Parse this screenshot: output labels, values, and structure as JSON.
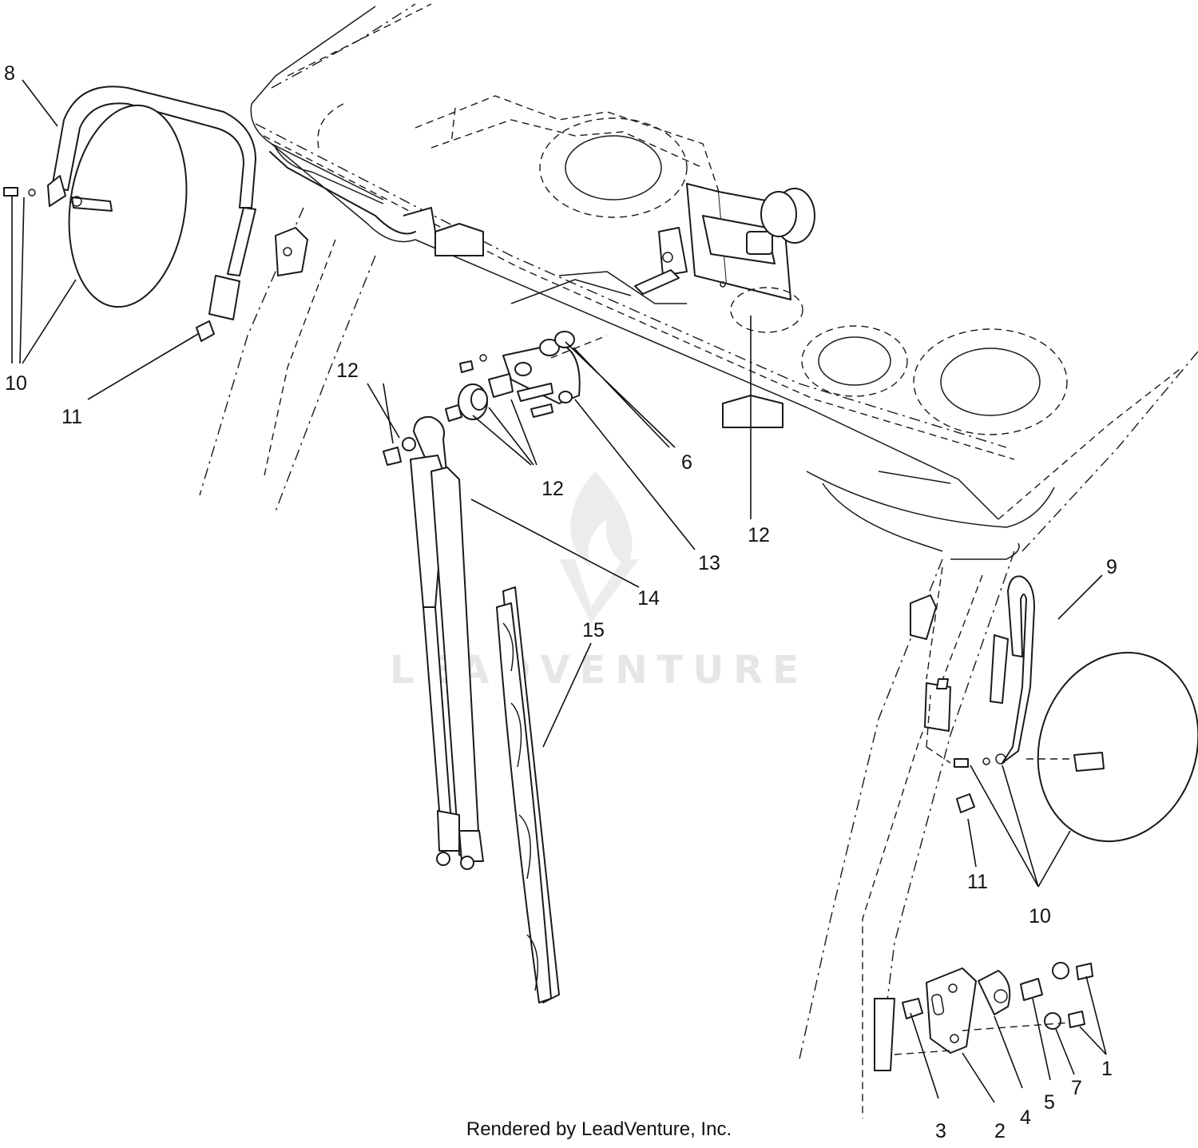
{
  "watermark": "LEADVENTURE",
  "footer": "Rendered by LeadVenture, Inc.",
  "callouts": {
    "c1": "1",
    "c2": "2",
    "c3": "3",
    "c4": "4",
    "c5": "5",
    "c6": "6",
    "c7": "7",
    "c8": "8",
    "c9": "9",
    "c10a": "10",
    "c10b": "10",
    "c11a": "11",
    "c11b": "11",
    "c12a": "12",
    "c12b": "12",
    "c12c": "12",
    "c13": "13",
    "c14": "14",
    "c15": "15"
  }
}
